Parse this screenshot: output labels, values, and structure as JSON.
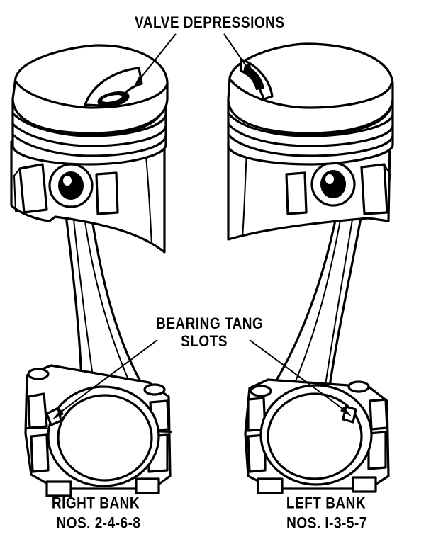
{
  "labels": {
    "valve_depressions": "VALVE DEPRESSIONS",
    "bearing_tang_line1": "BEARING TANG",
    "bearing_tang_line2": "SLOTS",
    "right_bank_title": "RIGHT BANK",
    "right_bank_numbers": "NOS. 2-4-6-8",
    "left_bank_title": "LEFT BANK",
    "left_bank_numbers": "NOS. I-3-5-7"
  },
  "colors": {
    "ink": "#000000",
    "paper": "#ffffff"
  }
}
